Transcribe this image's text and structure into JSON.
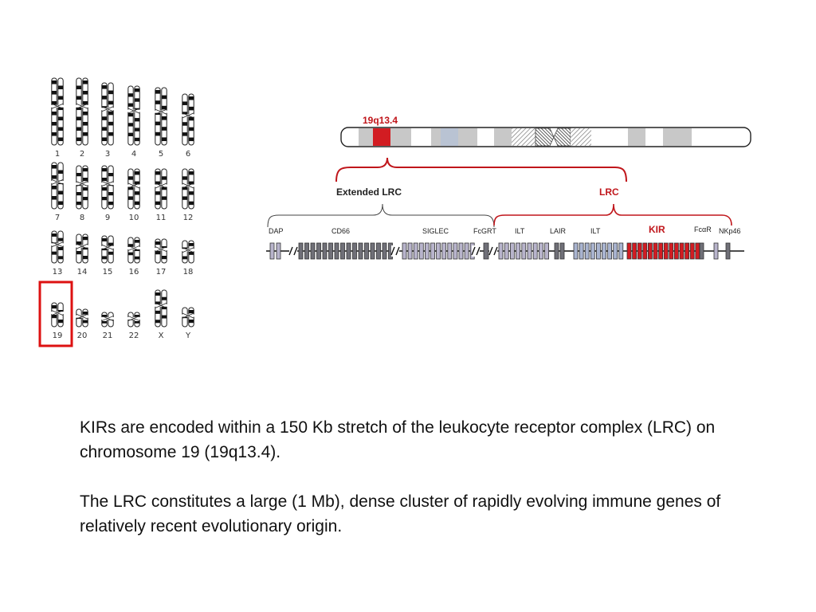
{
  "karyotype": {
    "labels": [
      "1",
      "2",
      "3",
      "4",
      "5",
      "6",
      "7",
      "8",
      "9",
      "10",
      "11",
      "12",
      "13",
      "14",
      "15",
      "16",
      "17",
      "18",
      "19",
      "20",
      "21",
      "22",
      "X",
      "Y"
    ],
    "highlighted": "19",
    "highlight_color": "#dd1111"
  },
  "diagram": {
    "chromosome_band_label": "19q13.4",
    "extended_lrc_label": "Extended LRC",
    "lrc_label": "LRC",
    "kir_label": "KIR",
    "gene_labels": {
      "dap": "DAP",
      "cd66": "CD66",
      "siglec": "SIGLEC",
      "fcgrt": "FcGRT",
      "ilt_1": "ILT",
      "lair": "LAIR",
      "ilt_2": "ILT",
      "fcar": "FcαR",
      "nkp46": "NKp46"
    },
    "colors": {
      "accent_red": "#c0161b",
      "gene_dark": "#707078",
      "gene_light": "#b8b4cc",
      "gene_blue": "#a9b4d0",
      "gene_red": "#d21c22"
    }
  },
  "text": {
    "paragraph_1": "KIRs are encoded within a 150 Kb stretch of the leukocyte receptor complex (LRC) on chromosome 19 (19q13.4).",
    "paragraph_2": "The LRC constitutes a large (1 Mb), dense cluster of rapidly evolving immune genes of relatively recent evolutionary origin."
  }
}
